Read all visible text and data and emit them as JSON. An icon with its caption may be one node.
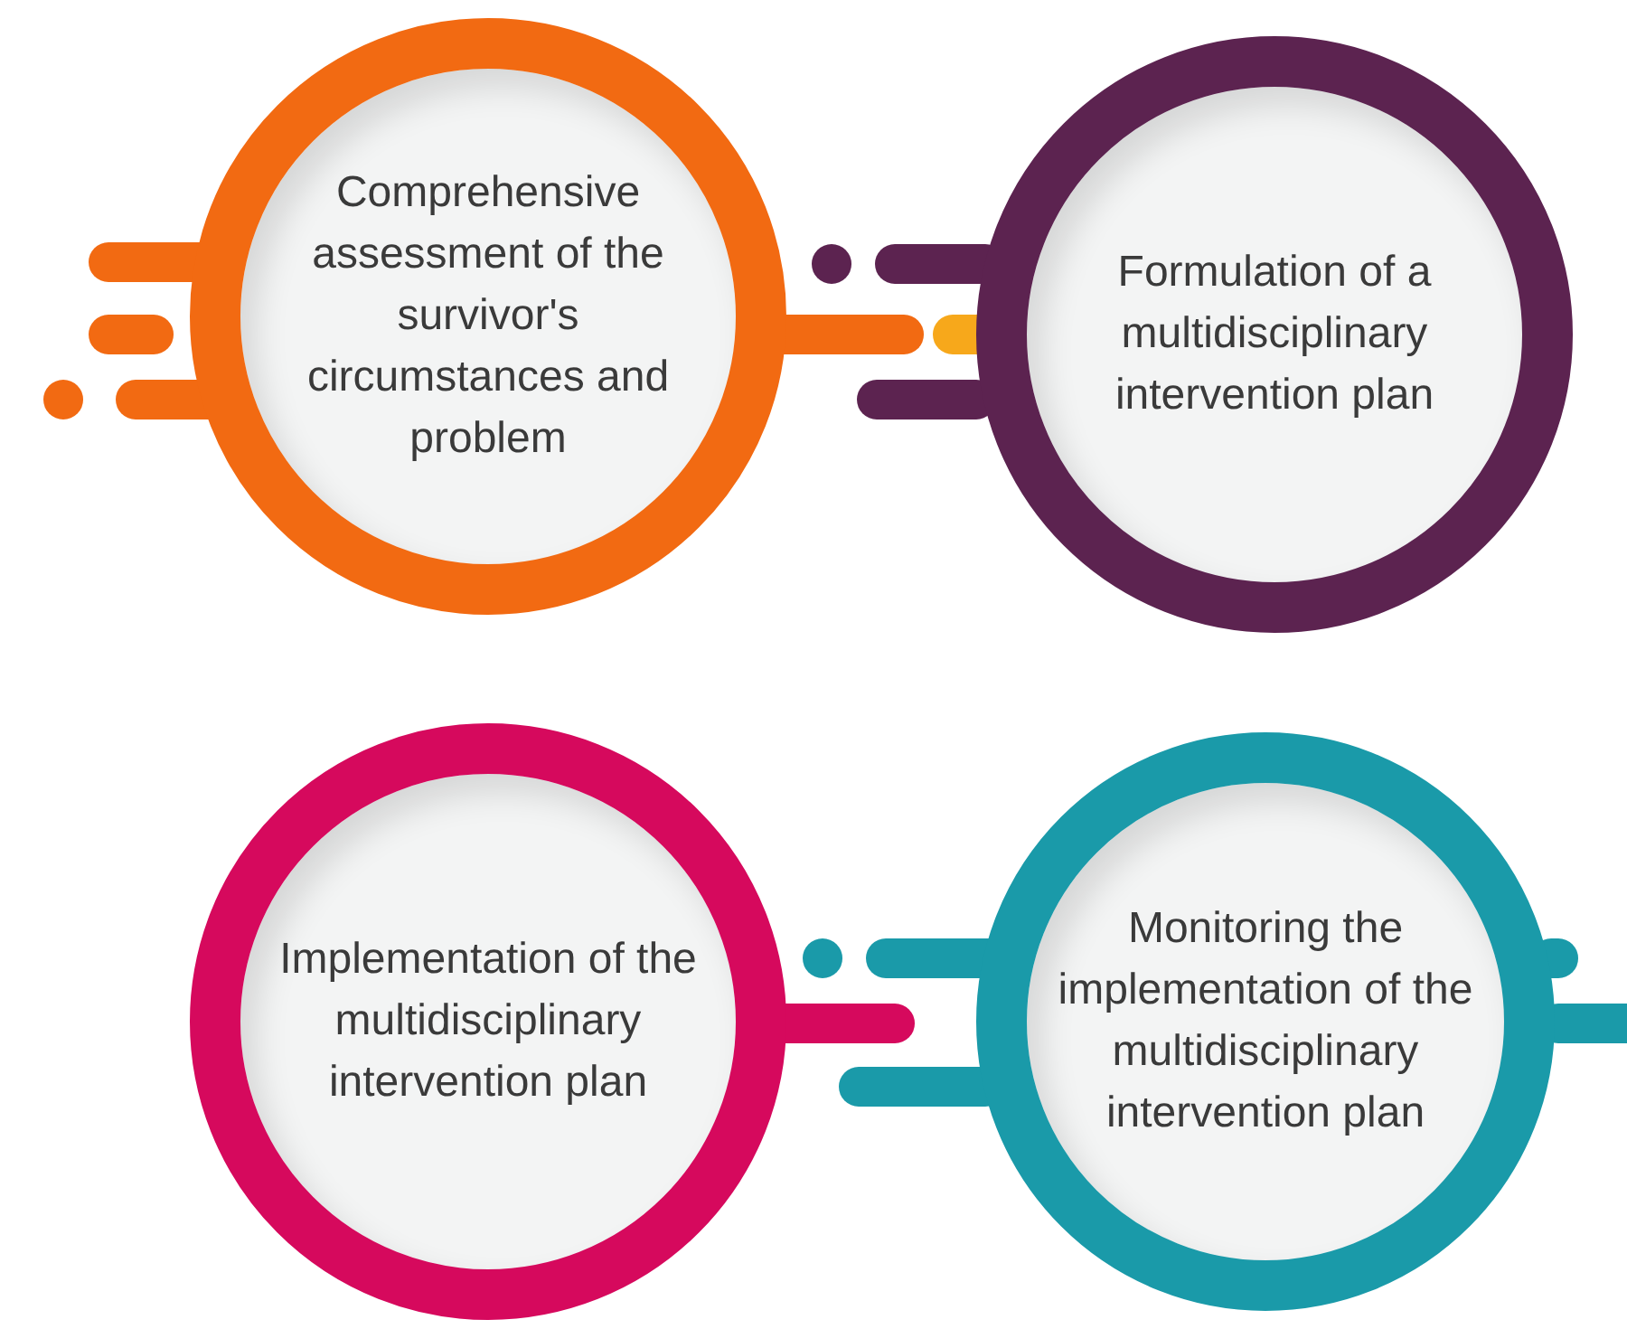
{
  "diagram": {
    "nodes": [
      {
        "text": [
          "Comprehensive assessment of the survivor's circumstances and problem"
        ]
      },
      {
        "text": [
          "Formulation of a multidisciplinary intervention plan"
        ]
      },
      {
        "text": [
          "Implementation of the multidisciplinary intervention plan"
        ]
      },
      {
        "text": [
          "Monitoring the implementation of the multidisciplinary intervention plan"
        ]
      }
    ]
  }
}
